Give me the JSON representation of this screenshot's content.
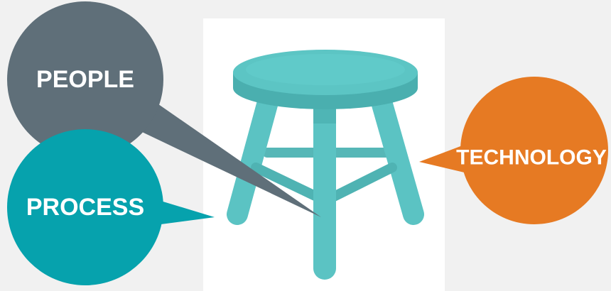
{
  "colors": {
    "background": "#f1f1f1",
    "panel": "#ffffff",
    "stool": "#5bc3c3",
    "stool_dark": "#4aafaf",
    "people": "#5f6f79",
    "process": "#06a2ad",
    "technology": "#e67a23",
    "label_text": "#ffffff"
  },
  "illustration": {
    "object": "three-legged stool"
  },
  "bubbles": {
    "people": {
      "label": "PEOPLE"
    },
    "process": {
      "label": "PROCESS"
    },
    "technology": {
      "label": "TECHNOLOGY"
    }
  }
}
